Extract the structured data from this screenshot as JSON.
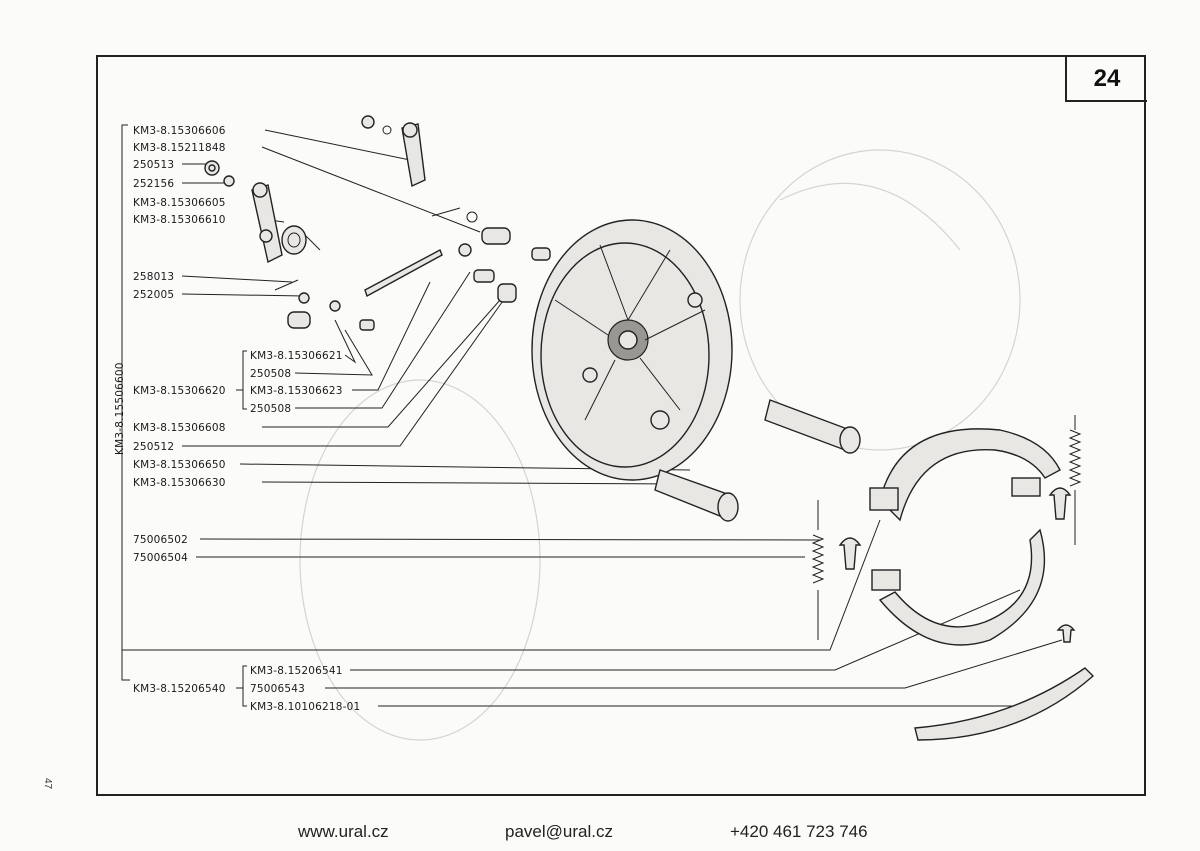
{
  "page": {
    "number": "24",
    "side_page": "47"
  },
  "assembly": {
    "main_part": "KM3-8.15506600"
  },
  "labels": {
    "l1": "KM3-8.15306606",
    "l2": "KM3-8.15211848",
    "l3": "250513",
    "l4": "252156",
    "l5": "KM3-8.15306605",
    "l6": "KM3-8.15306610",
    "l7": "258013",
    "l8": "252005",
    "g1_parent": "KM3-8.15306620",
    "g1_a": "KM3-8.15306621",
    "g1_b": "250508",
    "g1_c": "KM3-8.15306623",
    "g1_d": "250508",
    "l9": "KM3-8.15306608",
    "l10": "250512",
    "l11": "KM3-8.15306650",
    "l12": "KM3-8.15306630",
    "l13": "75006502",
    "l14": "75006504",
    "g2_parent": "KM3-8.15206540",
    "g2_a": "KM3-8.15206541",
    "g2_b": "75006543",
    "g2_c": "KM3-8.10106218-01"
  },
  "footer": {
    "web": "www.ural.cz",
    "email": "pavel@ural.cz",
    "phone": "+420 461 723 746"
  }
}
